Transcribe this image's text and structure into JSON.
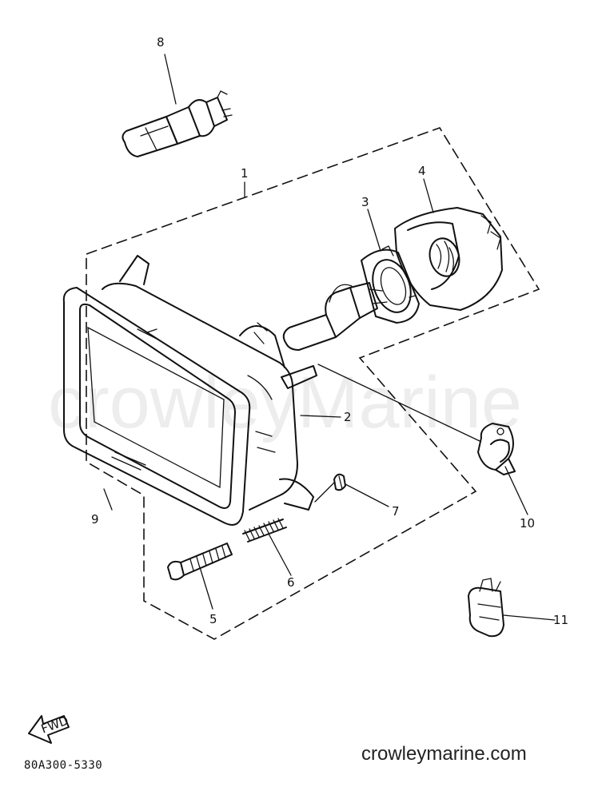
{
  "diagram": {
    "watermark": "crowleyMarine",
    "site_label": "crowleymarine.com",
    "diagram_code": "80A300-5330",
    "fwd_marker": "FWD",
    "callouts": [
      "1",
      "2",
      "3",
      "4",
      "5",
      "6",
      "7",
      "8",
      "9",
      "10",
      "11"
    ]
  }
}
